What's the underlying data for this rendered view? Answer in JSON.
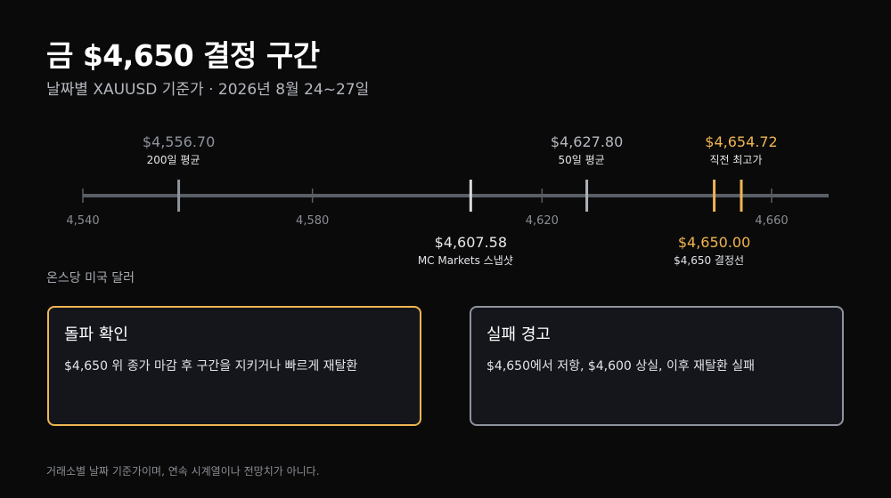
{
  "header": {
    "title": "금 $4,650 결정 구간",
    "subtitle": "날짜별 XAUUSD 기준가 · 2026년 8월 24~27일"
  },
  "chart_data": {
    "type": "number-line",
    "xlim": [
      4538,
      4668
    ],
    "ticks": [
      {
        "value": 4540,
        "label": "4,540"
      },
      {
        "value": 4580,
        "label": "4,580"
      },
      {
        "value": 4620,
        "label": "4,620"
      },
      {
        "value": 4660,
        "label": "4,660"
      }
    ],
    "markers": [
      {
        "value": 4556.7,
        "value_label": "$4,556.70",
        "name": "200일 평균",
        "label_side": "above",
        "color": "#8e939c",
        "value_color": "#8e939c"
      },
      {
        "value": 4607.58,
        "value_label": "$4,607.58",
        "name": "MC Markets 스냅샷",
        "label_side": "below",
        "color": "#d8dbe0",
        "value_color": "#e8e8e8"
      },
      {
        "value": 4627.8,
        "value_label": "$4,627.80",
        "name": "50일 평균",
        "label_side": "above",
        "color": "#aeb2ba",
        "value_color": "#b5b8bf"
      },
      {
        "value": 4650.0,
        "value_label": "$4,650.00",
        "name": "$4,650 결정선",
        "label_side": "below",
        "color": "#f0b552",
        "value_color": "#f0b552"
      },
      {
        "value": 4654.72,
        "value_label": "$4,654.72",
        "name": "직전 최고가",
        "label_side": "above",
        "color": "#f0b552",
        "value_color": "#f0b552"
      }
    ],
    "unit_label": "온스당 미국 달러"
  },
  "cards": {
    "confirm": {
      "title": "돌파 확인",
      "body": "$4,650 위 종가 마감 후 구간을 지키거나 빠르게 재탈환"
    },
    "warn": {
      "title": "실패 경고",
      "body": "$4,650에서 저항, $4,600 상실, 이후 재탈환 실패"
    }
  },
  "footnote": "거래소별 날짜 기준가이며, 연속 시계열이나 전망치가 아니다.",
  "colors": {
    "accent": "#f0b552",
    "neutral": "#8e939c",
    "axis": "#5a5e66"
  }
}
